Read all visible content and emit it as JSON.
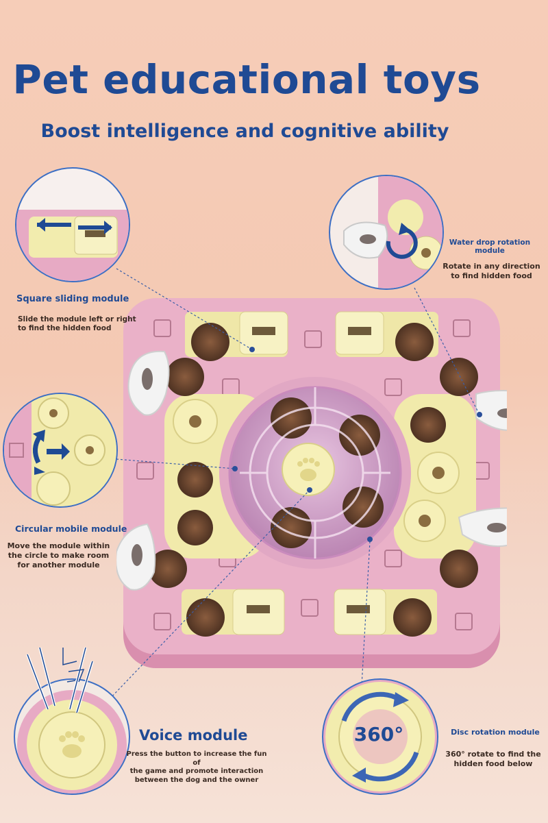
{
  "header": {
    "title": "Pet educational toys",
    "subtitle": "Boost intelligence and cognitive ability"
  },
  "modules": {
    "square_sliding": {
      "title": "Square sliding module",
      "desc_line1": "Slide the module left or right",
      "desc_line2": "to find the hidden food"
    },
    "water_drop": {
      "title_line1": "Water drop rotation",
      "title_line2": "module",
      "desc_line1": "Rotate in any direction",
      "desc_line2": "to find hidden food"
    },
    "circular_mobile": {
      "title": "Circular mobile module",
      "desc_line1": "Move the module within",
      "desc_line2": "the circle to make room",
      "desc_line3": "for another module"
    },
    "voice": {
      "title": "Voice module",
      "desc_line1": "Press the button to increase the fun of",
      "desc_line2": "the game and promote interaction",
      "desc_line3": "between the dog and the owner"
    },
    "disc_rotation": {
      "title": "Disc rotation module",
      "desc_line1": "360° rotate to find the",
      "desc_line2": "hidden food below",
      "badge": "360°"
    }
  },
  "colors": {
    "accent": "#1f4a94",
    "toy_pink": "#e7a6c0",
    "toy_yellow": "#f6f0b6",
    "food_brown": "#6e4a33",
    "drop_white": "#f2f2f2"
  }
}
